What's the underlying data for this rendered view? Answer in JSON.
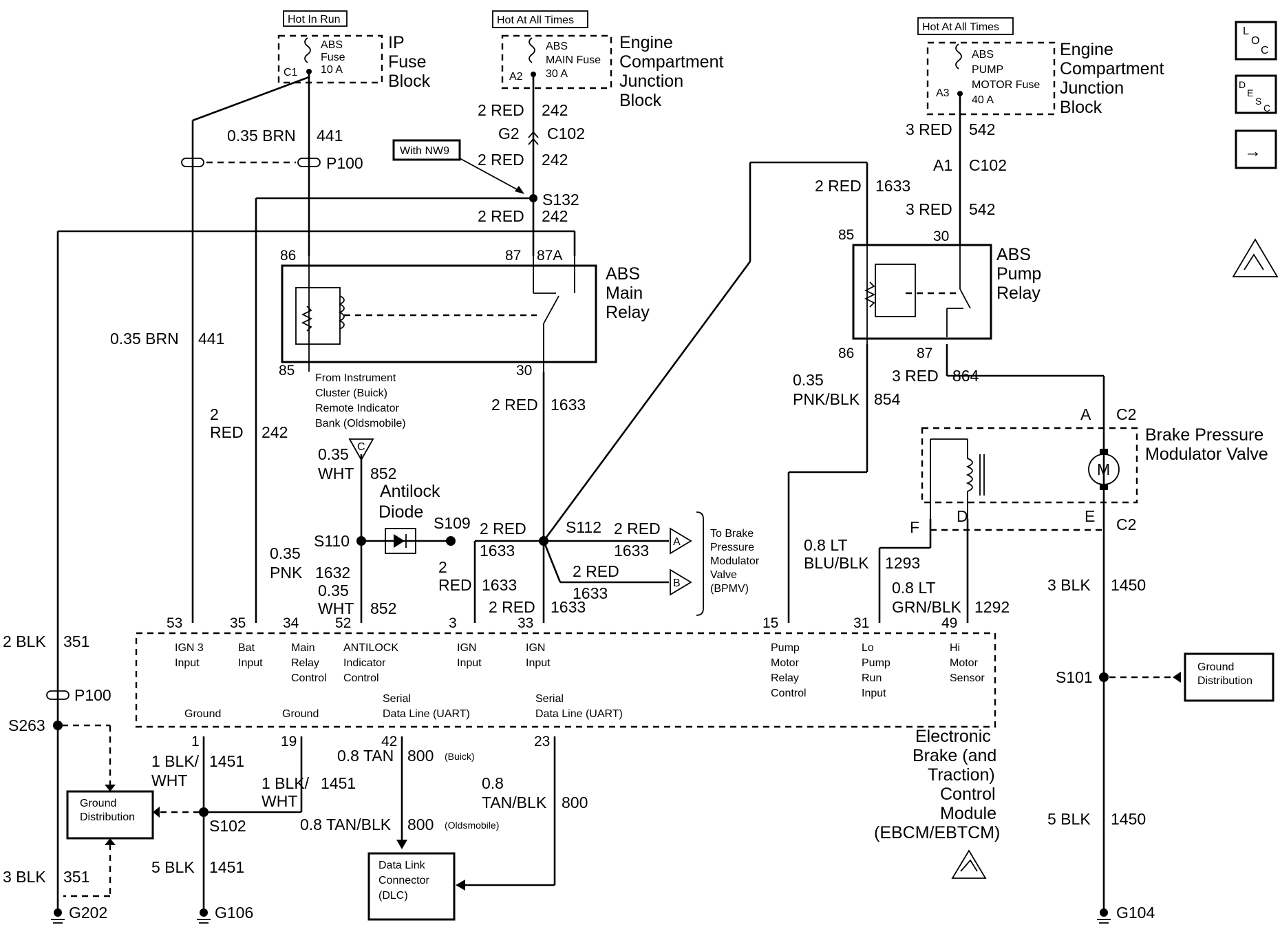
{
  "fuses": {
    "ip": {
      "tag": "Hot In Run",
      "name": "ABS Fuse 10 A",
      "pin": "C1",
      "block": "IP Fuse Block"
    },
    "abs_main": {
      "tag": "Hot At All Times",
      "name": "ABS MAIN Fuse 30 A",
      "pin": "A2",
      "block": "Engine Compartment Junction Block"
    },
    "abs_pump": {
      "tag": "Hot At All Times",
      "name": "ABS PUMP MOTOR Fuse 40 A",
      "pin": "A3",
      "block": "Engine Compartment Junction Block"
    }
  },
  "relays": {
    "main": {
      "name": "ABS Main Relay",
      "pins": [
        "86",
        "85",
        "87",
        "87A",
        "30"
      ]
    },
    "pump": {
      "name": "ABS Pump Relay",
      "pins": [
        "85",
        "30",
        "86",
        "87"
      ]
    }
  },
  "wires": {
    "brn441_top": "0.35 BRN",
    "brn441_num": "441",
    "red242_a": "2 RED",
    "red242_num": "242",
    "g2": "G2",
    "c102": "C102",
    "red242_b": "2 RED",
    "with_nw9": "With NW9",
    "s132": "S132",
    "red242_c": "2 RED",
    "p100_top": "P100",
    "red542_a": "3 RED",
    "num542": "542",
    "a1": "A1",
    "c102_b": "C102",
    "red1633_top": "2 RED",
    "num1633": "1633",
    "red542_b": "3 RED",
    "brn441_mid": "0.35 BRN",
    "red242_vert_a": "2",
    "red242_vert_b": "RED",
    "from_cluster": [
      "From Instrument",
      "Cluster (Buick)",
      "Remote Indicator",
      "Bank (Oldsmobile)"
    ],
    "c_label": "C",
    "wht852_a": "0.35",
    "wht852_b": "WHT",
    "num852": "852",
    "antilock_diode": [
      "Antilock",
      "Diode"
    ],
    "s110": "S110",
    "s109": "S109",
    "s112": "S112",
    "pnk1632_a": "0.35",
    "pnk1632_b": "PNK",
    "num1632": "1632",
    "wht852_c": "0.35",
    "wht852_d": "WHT",
    "red1633_30": "2 RED",
    "red1633_h1": "2 RED",
    "red1633_h2": "2 RED",
    "red1633_h3": "2 RED",
    "red1633_v1": "2",
    "red1633_v2": "RED",
    "red1633_bottom": "2 RED",
    "to_bpmv": [
      "To Brake",
      "Pressure",
      "Modulator",
      "Valve",
      "(BPMV)"
    ],
    "conn_a": "A",
    "conn_b": "B",
    "pnk854_a": "0.35",
    "pnk854_b": "PNK/BLK",
    "num854": "854",
    "red864": "3 RED",
    "num864": "864",
    "c2_a": "A",
    "c2": "C2",
    "bpmv": [
      "Brake Pressure",
      "Modulator Valve"
    ],
    "motor": "M",
    "pin_f": "F",
    "pin_d": "D",
    "pin_e": "E",
    "c2_b": "C2",
    "blu1293_a": "0.8 LT",
    "blu1293_b": "BLU/BLK",
    "num1293": "1293",
    "grn1292_a": "0.8 LT",
    "grn1292_b": "GRN/BLK",
    "num1292": "1292",
    "blk1450_a": "3 BLK",
    "num1450": "1450",
    "s101": "S101",
    "ground_dist_right": [
      "Ground",
      "Distribution"
    ],
    "blk1450_b": "5 BLK",
    "g104": "G104",
    "blk351_a": "2 BLK",
    "num351": "351",
    "p100_bottom": "P100",
    "s263": "S263",
    "ground_dist_left": [
      "Ground",
      "Distribution"
    ],
    "blk351_b": "3 BLK",
    "g202": "G202",
    "blkwht_a1": "1 BLK/",
    "blkwht_a2": "WHT",
    "num1451": "1451",
    "blkwht_b1": "1 BLK/",
    "blkwht_b2": "WHT",
    "s102": "S102",
    "blk1451": "5 BLK",
    "g106": "G106",
    "tan800_a": "0.8 TAN",
    "num800": "800",
    "buick": "(Buick)",
    "tanblk_a": "0.8",
    "tanblk_b": "TAN/BLK",
    "tanblk_c": "0.8 TAN/BLK",
    "olds": "(Oldsmobile)",
    "dlc": [
      "Data Link",
      "Connector",
      "(DLC)"
    ]
  },
  "module": {
    "name": [
      "Electronic",
      "Brake (and",
      "Traction)",
      "Control",
      "Module",
      "(EBCM/EBTCM)"
    ],
    "pins": [
      {
        "num": "53",
        "label": [
          "IGN 3",
          "Input"
        ]
      },
      {
        "num": "35",
        "label": [
          "Bat",
          "Input"
        ]
      },
      {
        "num": "34",
        "label": [
          "Main",
          "Relay",
          "Control"
        ]
      },
      {
        "num": "52",
        "label": [
          "ANTILOCK",
          "Indicator",
          "Control"
        ]
      },
      {
        "num": "3",
        "label": [
          "IGN",
          "Input"
        ]
      },
      {
        "num": "33",
        "label": [
          "IGN",
          "Input"
        ]
      },
      {
        "num": "15",
        "label": [
          "Pump",
          "Motor",
          "Relay",
          "Control"
        ]
      },
      {
        "num": "31",
        "label": [
          "Lo",
          "Pump",
          "Run",
          "Input"
        ]
      },
      {
        "num": "49",
        "label": [
          "Hi",
          "Motor",
          "Sensor"
        ]
      }
    ],
    "bottom_pins": [
      {
        "num": "1",
        "label": [
          "Ground"
        ]
      },
      {
        "num": "19",
        "label": [
          "Ground"
        ]
      },
      {
        "num": "42",
        "label": [
          "Serial",
          "Data Line (UART)"
        ]
      },
      {
        "num": "23",
        "label": [
          "Serial",
          "Data Line (UART)"
        ]
      }
    ]
  },
  "side_icons": {
    "loc": "LOC",
    "desc": "DESC",
    "arrow": "→"
  }
}
